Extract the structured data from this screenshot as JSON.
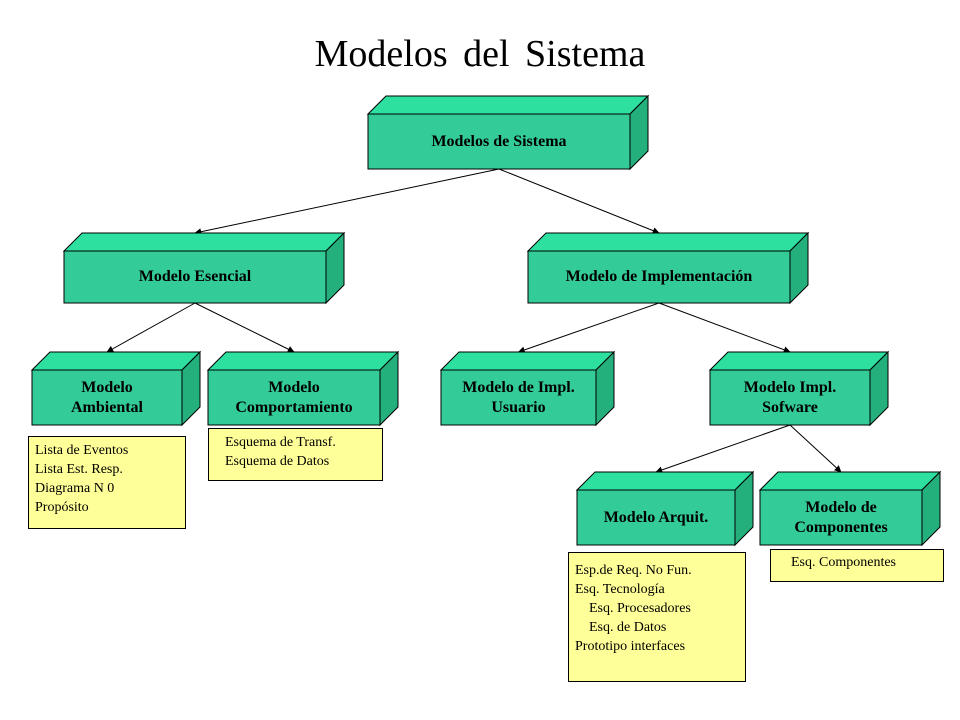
{
  "title": "Modelos del Sistema",
  "colors": {
    "box_face": "#33cc99",
    "box_top": "#2ee0a0",
    "box_side": "#24b07c",
    "note_bg": "#ffff99"
  },
  "nodes": {
    "root": {
      "lines": [
        "Modelos de Sistema"
      ]
    },
    "esencial": {
      "lines": [
        "Modelo Esencial"
      ]
    },
    "implementacion": {
      "lines": [
        "Modelo de Implementación"
      ]
    },
    "ambiental": {
      "lines": [
        "Modelo",
        "Ambiental"
      ]
    },
    "comportamiento": {
      "lines": [
        "Modelo",
        "Comportamiento"
      ]
    },
    "impl_usuario": {
      "lines": [
        "Modelo de Impl.",
        "Usuario"
      ]
    },
    "impl_software": {
      "lines": [
        "Modelo Impl.",
        "Sofware"
      ]
    },
    "arquit": {
      "lines": [
        "Modelo Arquit."
      ]
    },
    "componentes": {
      "lines": [
        "Modelo de",
        "Componentes"
      ]
    }
  },
  "notes": {
    "ambiental": [
      "Lista de Eventos",
      "Lista Est. Resp.",
      "Diagrama N 0",
      "Propósito"
    ],
    "comportamiento": [
      "Esquema de Transf.",
      "Esquema de Datos"
    ],
    "arquit": [
      "Esp.de Req. No Fun.",
      "Esq. Tecnología",
      "    Esq. Procesadores",
      "    Esq. de Datos",
      "Prototipo interfaces"
    ],
    "componentes": [
      "Esq. Componentes"
    ]
  },
  "edges": [
    [
      "root",
      "esencial"
    ],
    [
      "root",
      "implementacion"
    ],
    [
      "esencial",
      "ambiental"
    ],
    [
      "esencial",
      "comportamiento"
    ],
    [
      "implementacion",
      "impl_usuario"
    ],
    [
      "implementacion",
      "impl_software"
    ],
    [
      "impl_software",
      "arquit"
    ],
    [
      "impl_software",
      "componentes"
    ]
  ]
}
